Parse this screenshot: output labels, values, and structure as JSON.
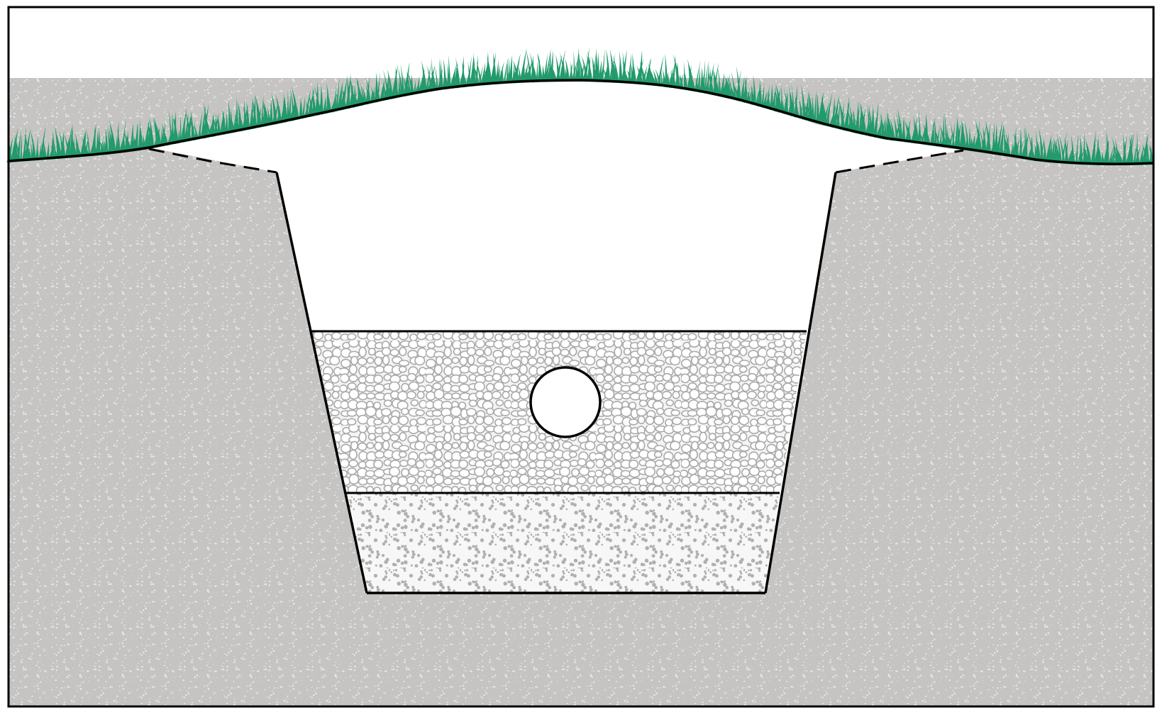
{
  "diagram": {
    "layers": [
      {
        "name": "grass-surface",
        "role": "turf"
      },
      {
        "name": "native-soil",
        "role": "surrounding ground"
      },
      {
        "name": "backfill",
        "role": "open trench fill"
      },
      {
        "name": "gravel-layer",
        "role": "drainage aggregate"
      },
      {
        "name": "sand-bedding",
        "role": "bedding layer"
      },
      {
        "name": "drain-pipe",
        "role": "perforated pipe"
      }
    ],
    "colors": {
      "grass": "#229a6b",
      "soil": "#c5c4c2",
      "soil_speck": "#e6e6e4",
      "gravel_bg": "#f4f4f4",
      "gravel_stone": "#a9a9a9",
      "sand_bg": "#f7f7f7",
      "sand_dot": "#b0b0b0",
      "outline": "#000000",
      "backfill": "#ffffff"
    }
  }
}
